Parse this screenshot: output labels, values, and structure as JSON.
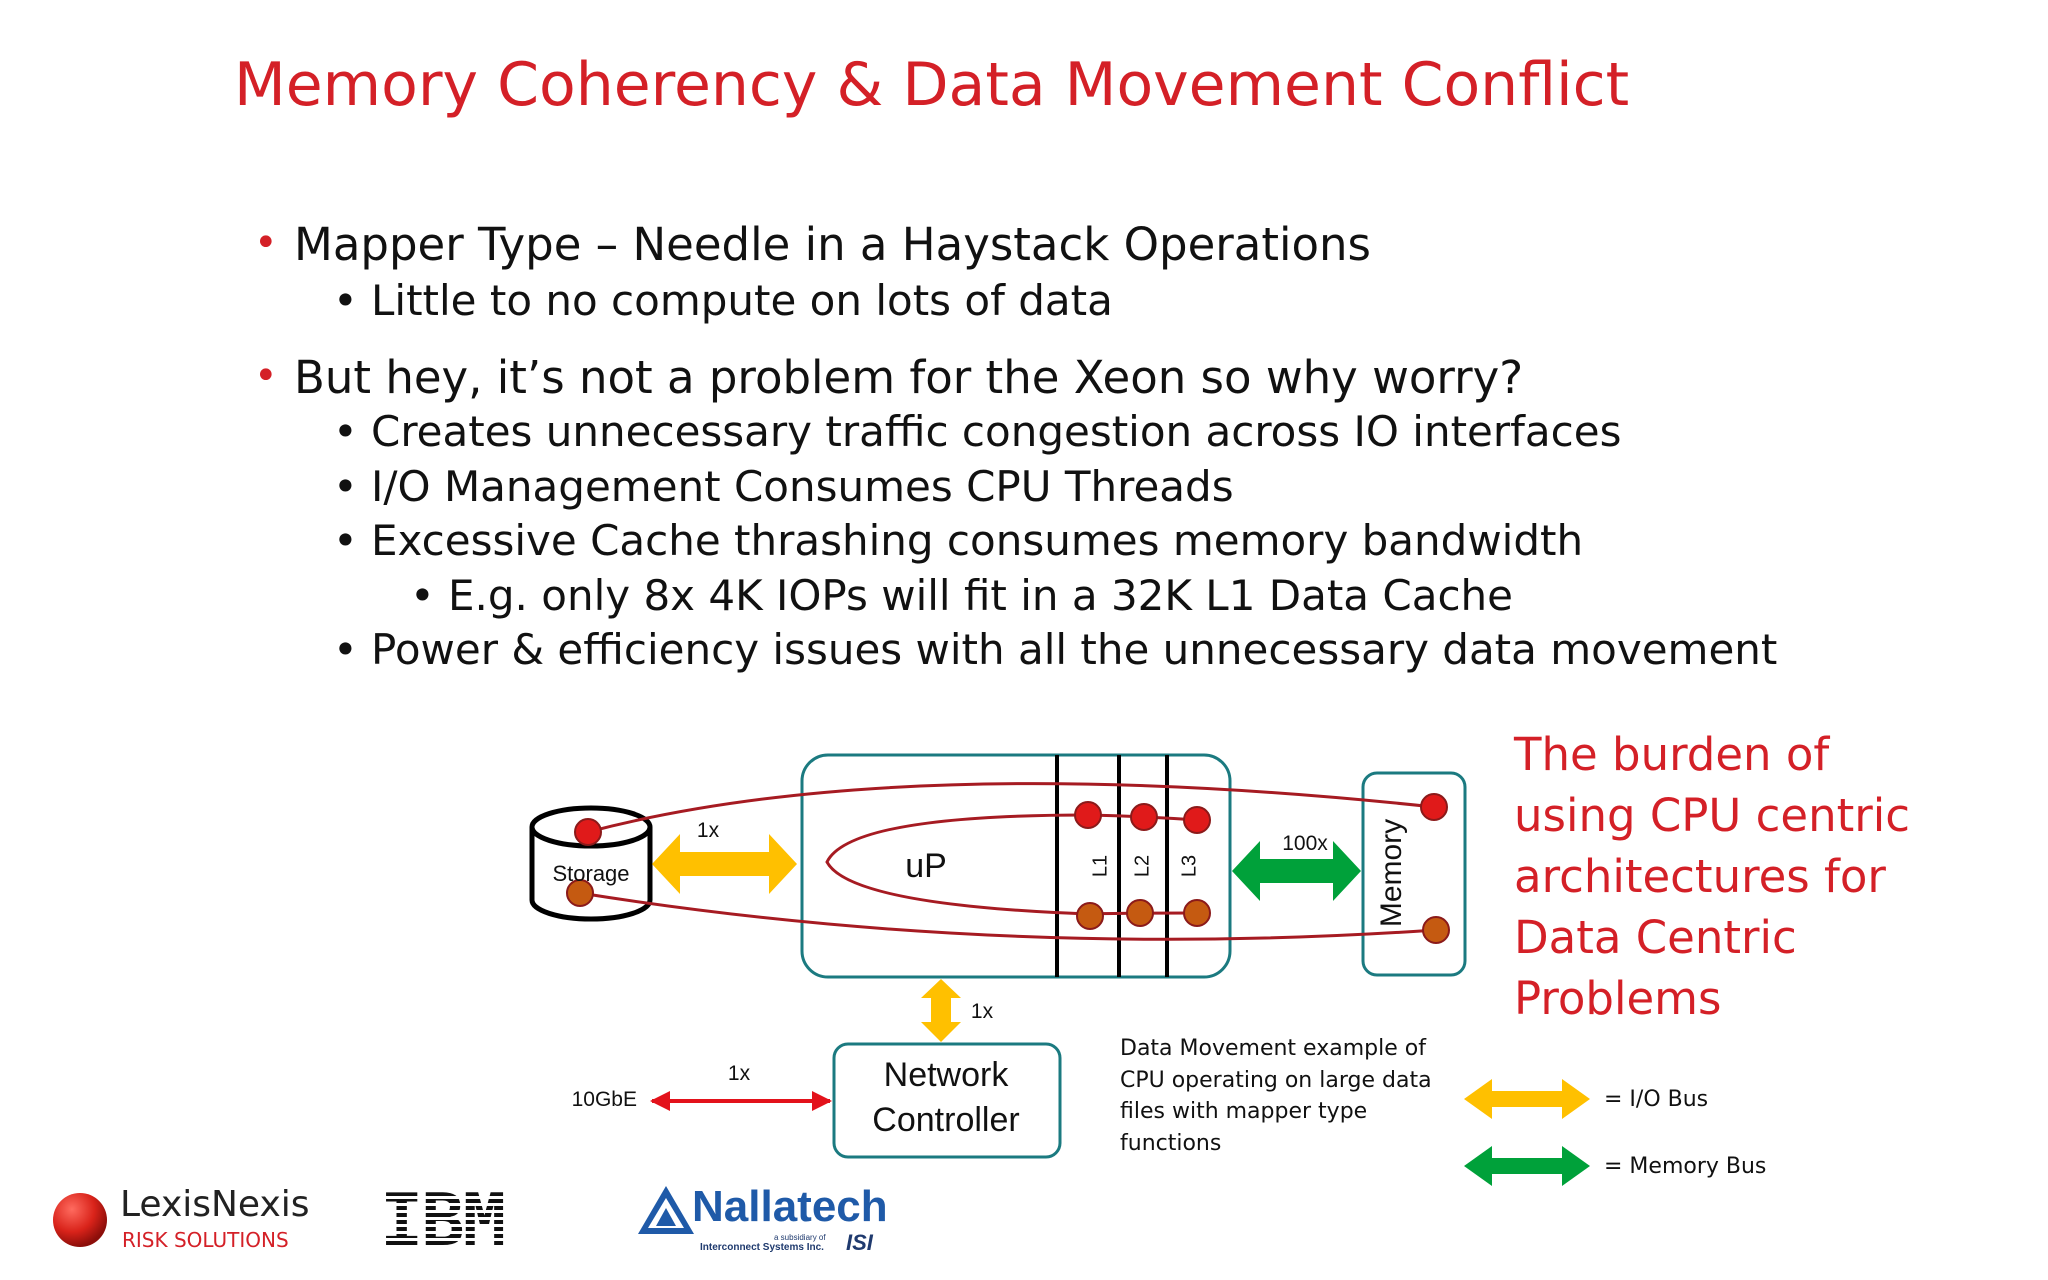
{
  "slide": {
    "title": "Memory Coherency & Data Movement Conflict",
    "bullets": [
      {
        "level": 1,
        "text": "Mapper Type – Needle in a Haystack Operations"
      },
      {
        "level": 2,
        "text": "Little to no compute on lots of data"
      },
      {
        "level": 1,
        "text": " But hey, it’s not a problem for the Xeon so why worry?"
      },
      {
        "level": 2,
        "text": "Creates unnecessary traffic congestion across IO interfaces"
      },
      {
        "level": 2,
        "text": "I/O Management Consumes CPU Threads"
      },
      {
        "level": 2,
        "text": "Excessive Cache thrashing consumes memory bandwidth"
      },
      {
        "level": 3,
        "text": "E.g. only 8x 4K IOPs will fit in a 32K L1 Data Cache"
      },
      {
        "level": 2,
        "text": "Power & efficiency issues with all the unnecessary data movement"
      }
    ],
    "burden_lines": [
      "The burden of",
      "using CPU centric",
      "architectures for",
      "Data Centric",
      "Problems"
    ]
  },
  "diagram": {
    "storage_label": "Storage",
    "up_label": "uP",
    "cache_labels": [
      "L1",
      "L2",
      "L3"
    ],
    "memory_label": "Memory",
    "network_label_lines": [
      "Network",
      "Controller"
    ],
    "storage_bus_label": "1x",
    "memory_bus_label": "100x",
    "network_bus_label": "1x",
    "ethernet_bus_label": "1x",
    "ethernet_label": "10GbE",
    "caption_lines": [
      "Data Movement example of",
      "CPU operating on large data",
      "files with mapper type",
      "functions"
    ],
    "legend": [
      {
        "label": "= I/O Bus",
        "color": "#ffc000"
      },
      {
        "label": "= Memory Bus",
        "color": "#00a13a"
      }
    ],
    "colors": {
      "title": "#d42027",
      "box_outline": "#1b7a80",
      "path": "#a61b22",
      "dot_red": "#e01a1a",
      "dot_orange": "#c55a11",
      "ethernet_arrow": "#e3121b"
    }
  },
  "logos": {
    "lexis_name": "LexisNexis",
    "lexis_sub": "RISK SOLUTIONS",
    "ibm": "IBM",
    "nallatech": "Nallatech",
    "nallatech_sub1": "a subsidiary of",
    "nallatech_sub2": "Interconnect Systems Inc.",
    "isi": "ISI"
  }
}
